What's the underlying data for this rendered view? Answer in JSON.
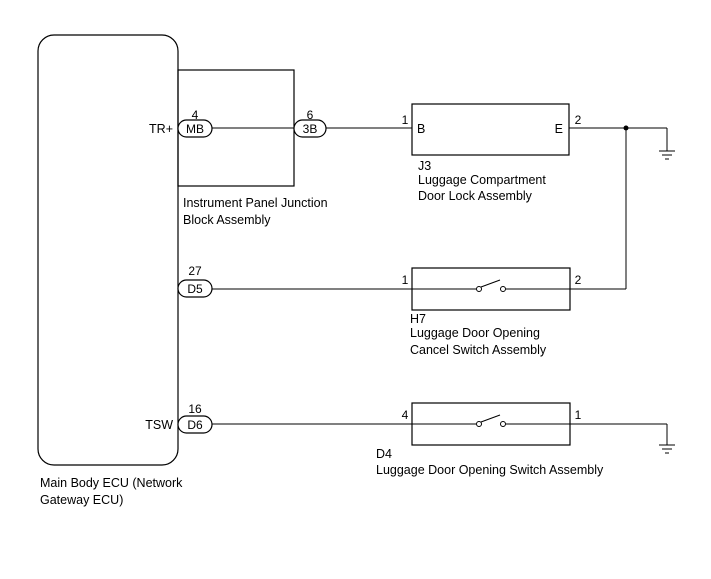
{
  "ecu": {
    "name_line1": "Main Body ECU (Network",
    "name_line2": "Gateway ECU)",
    "tr_label": "TR+",
    "tsw_label": "TSW"
  },
  "junction_block": {
    "name_line1": "Instrument Panel Junction",
    "name_line2": "Block Assembly",
    "left_pin": "4",
    "left_connector": "MB",
    "right_pin": "6",
    "right_connector": "3B"
  },
  "ecu_connectors": {
    "d5_pin": "27",
    "d5_connector": "D5",
    "d6_pin": "16",
    "d6_connector": "D6"
  },
  "j3": {
    "code": "J3",
    "name_line1": "Luggage Compartment",
    "name_line2": "Door Lock Assembly",
    "pin_left": "1",
    "pin_right": "2",
    "term_left": "B",
    "term_right": "E"
  },
  "h7": {
    "code": "H7",
    "name_line1": "Luggage Door Opening",
    "name_line2": "Cancel Switch Assembly",
    "pin_left": "1",
    "pin_right": "2"
  },
  "d4": {
    "code": "D4",
    "name_line1": "Luggage Door Opening Switch Assembly",
    "pin_left": "4",
    "pin_right": "1"
  }
}
